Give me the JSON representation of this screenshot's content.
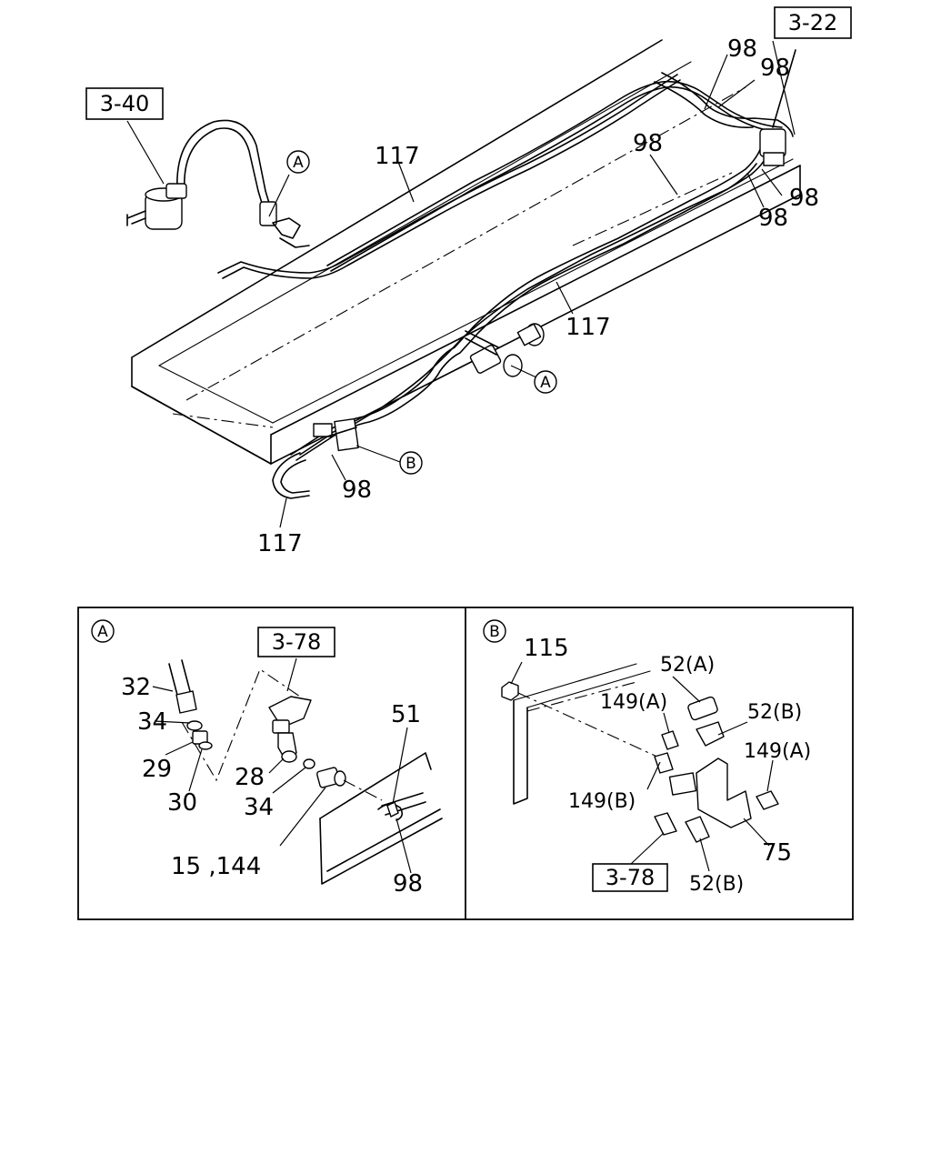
{
  "main_view": {
    "refs": [
      "3-40",
      "3-22"
    ],
    "labels": {
      "l117_top": "117",
      "l117_mid": "117",
      "l117_bottom": "117",
      "l98_top1": "98",
      "l98_top2": "98",
      "l98_mid": "98",
      "l98_right1": "98",
      "l98_right2": "98",
      "l98_bottom": "98"
    },
    "callouts": [
      "A",
      "A",
      "B"
    ]
  },
  "detail_a": {
    "marker": "A",
    "ref": "3-78",
    "labels": {
      "p32": "32",
      "p34a": "34",
      "p29": "29",
      "p30": "30",
      "p28": "28",
      "p34b": "34",
      "p15_144": "15 ,144",
      "p51": "51",
      "p98": "98"
    }
  },
  "detail_b": {
    "marker": "B",
    "ref": "3-78",
    "labels": {
      "p115": "115",
      "p52a": "52(A)",
      "p149a_top": "149(A)",
      "p52b_top": "52(B)",
      "p149a_right": "149(A)",
      "p149b": "149(B)",
      "p75": "75",
      "p52b_bottom": "52(B)"
    }
  }
}
